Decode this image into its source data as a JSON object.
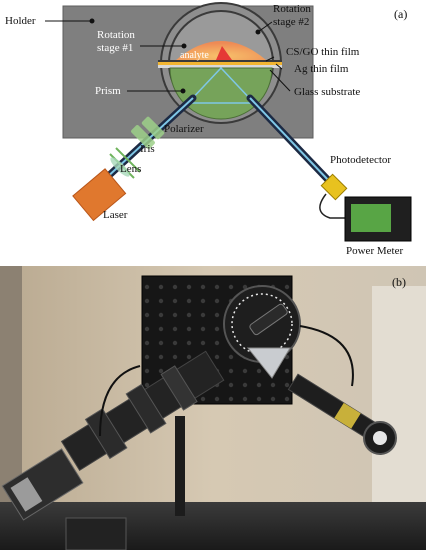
{
  "panel_a": {
    "tag": "(a)",
    "labels": {
      "holder": "Holder",
      "rotation_stage_1_line1": "Rotation",
      "rotation_stage_1_line2": "stage #1",
      "rotation_stage_2_line1": "Rotation",
      "rotation_stage_2_line2": "stage #2",
      "analyte": "analyte",
      "cs_go_film": "CS/GO thin film",
      "ag_film": "Ag thin film",
      "prism": "Prism",
      "glass_substrate": "Glass substrate",
      "polarizer": "Polarizer",
      "iris": "Iris",
      "lens": "Lens",
      "laser": "Laser",
      "photodetector": "Photodetector",
      "power_meter": "Power Meter"
    },
    "colors": {
      "holder": "#7f7f7f",
      "prism": "#76a35a",
      "laser": "#e0782e",
      "photodetector": "#e8c21f",
      "ag_film": "#f2b531",
      "beam": "#7fc7e6",
      "power_meter_screen": "#58a545",
      "analyte": "#ee6a2c"
    }
  },
  "panel_b": {
    "tag": "(b)"
  }
}
